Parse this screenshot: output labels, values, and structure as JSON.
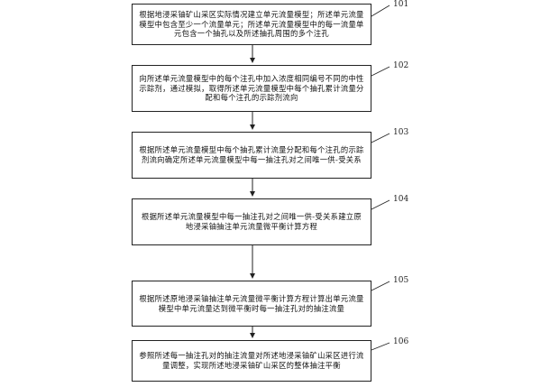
{
  "steps": [
    {
      "id": "101",
      "text": "根据地浸采铀矿山采区实际情况建立单元流量模型；所述单元流量模型中包含至少一个流量单元；所述单元流量模型中的每一流量单元包含一个抽孔以及所述抽孔周围的多个注孔"
    },
    {
      "id": "102",
      "text": "向所述单元流量模型中的每个注孔中加入浓度相同编号不同的中性示踪剂，通过模拟，取得所述单元流量模型中每个抽孔累计流量分配和每个注孔的示踪剂流向"
    },
    {
      "id": "103",
      "text": "根据所述单元流量模型中每个抽孔累计流量分配和每个注孔的示踪剂流向确定所述单元流量模型中每一抽注孔对之间唯一供-受关系"
    },
    {
      "id": "104",
      "text": "根据所述单元流量模型中每一抽注孔对之间唯一供-受关系建立原地浸采铀抽注单元流量微平衡计算方程"
    },
    {
      "id": "105",
      "text": "根据所述原地浸采铀抽注单元流量微平衡计算方程计算出单元流量模型中单元流量达到微平衡时每一抽注孔对的抽注流量"
    },
    {
      "id": "106",
      "text": "参照所述每一抽注孔对的抽注流量对所述地浸采铀矿山采区进行流量调整，实现所述地浸采铀矿山采区的整体抽注平衡"
    }
  ]
}
